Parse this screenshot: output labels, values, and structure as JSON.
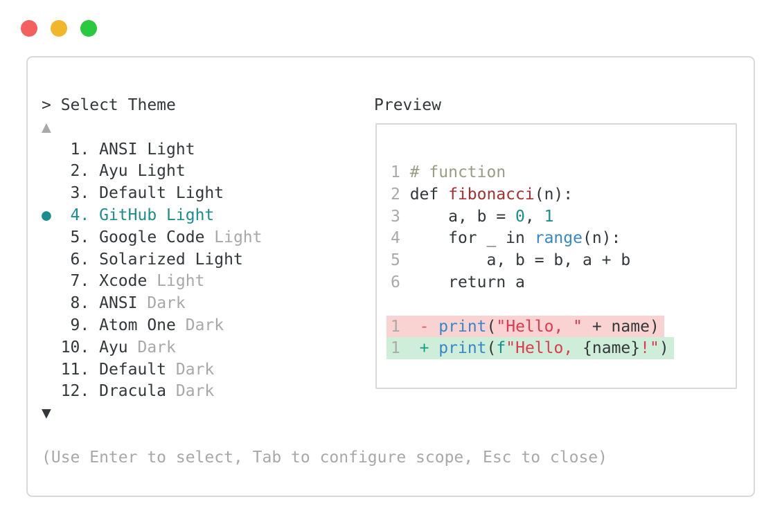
{
  "window": {
    "traffic_lights": [
      {
        "name": "close",
        "color": "#f4605d"
      },
      {
        "name": "minimize",
        "color": "#f2b62d"
      },
      {
        "name": "zoom",
        "color": "#2bc93f"
      }
    ]
  },
  "prompt": "> Select Theme",
  "scroll_up_indicator": "▲",
  "scroll_down_indicator": "▼",
  "theme_list": {
    "selected_marker": "●",
    "items": [
      {
        "num": "1",
        "name": "ANSI",
        "variant": "Light",
        "variant_dim": false,
        "selected": false
      },
      {
        "num": "2",
        "name": "Ayu",
        "variant": "Light",
        "variant_dim": false,
        "selected": false
      },
      {
        "num": "3",
        "name": "Default",
        "variant": "Light",
        "variant_dim": false,
        "selected": false
      },
      {
        "num": "4",
        "name": "GitHub",
        "variant": "Light",
        "variant_dim": false,
        "selected": true
      },
      {
        "num": "5",
        "name": "Google Code",
        "variant": "Light",
        "variant_dim": true,
        "selected": false
      },
      {
        "num": "6",
        "name": "Solarized",
        "variant": "Light",
        "variant_dim": false,
        "selected": false
      },
      {
        "num": "7",
        "name": "Xcode",
        "variant": "Light",
        "variant_dim": true,
        "selected": false
      },
      {
        "num": "8",
        "name": "ANSI",
        "variant": "Dark",
        "variant_dim": true,
        "selected": false
      },
      {
        "num": "9",
        "name": "Atom One",
        "variant": "Dark",
        "variant_dim": true,
        "selected": false
      },
      {
        "num": "10",
        "name": "Ayu",
        "variant": "Dark",
        "variant_dim": true,
        "selected": false
      },
      {
        "num": "11",
        "name": "Default",
        "variant": "Dark",
        "variant_dim": true,
        "selected": false
      },
      {
        "num": "12",
        "name": "Dracula",
        "variant": "Dark",
        "variant_dim": true,
        "selected": false
      }
    ]
  },
  "preview": {
    "title": "Preview",
    "code_lines": [
      {
        "num": "1",
        "bg": null,
        "tokens": [
          {
            "t": "# function",
            "c": "comment"
          }
        ]
      },
      {
        "num": "2",
        "bg": null,
        "tokens": [
          {
            "t": "def ",
            "c": "fg"
          },
          {
            "t": "fibonacci",
            "c": "func"
          },
          {
            "t": "(n):",
            "c": "fg"
          }
        ]
      },
      {
        "num": "3",
        "bg": null,
        "tokens": [
          {
            "t": "    a, b = ",
            "c": "fg"
          },
          {
            "t": "0",
            "c": "num"
          },
          {
            "t": ", ",
            "c": "fg"
          },
          {
            "t": "1",
            "c": "num"
          }
        ]
      },
      {
        "num": "4",
        "bg": null,
        "tokens": [
          {
            "t": "    for _ in ",
            "c": "fg"
          },
          {
            "t": "range",
            "c": "blue"
          },
          {
            "t": "(n):",
            "c": "fg"
          }
        ]
      },
      {
        "num": "5",
        "bg": null,
        "tokens": [
          {
            "t": "        a, b = b, a + b",
            "c": "fg"
          }
        ]
      },
      {
        "num": "6",
        "bg": null,
        "tokens": [
          {
            "t": "    return a",
            "c": "fg"
          }
        ]
      },
      {
        "num": null,
        "bg": null,
        "tokens": []
      },
      {
        "num": "1",
        "bg": "removed",
        "tokens": [
          {
            "t": " ",
            "c": "fg"
          },
          {
            "t": "-",
            "c": "removed"
          },
          {
            "t": " ",
            "c": "fg"
          },
          {
            "t": "print",
            "c": "blue"
          },
          {
            "t": "(",
            "c": "fg"
          },
          {
            "t": "\"Hello, \"",
            "c": "string"
          },
          {
            "t": " + name",
            "c": "fg"
          },
          {
            "t": ")",
            "c": "fg"
          }
        ]
      },
      {
        "num": "1",
        "bg": "added",
        "tokens": [
          {
            "t": " ",
            "c": "fg"
          },
          {
            "t": "+",
            "c": "added"
          },
          {
            "t": " ",
            "c": "fg"
          },
          {
            "t": "print",
            "c": "blue"
          },
          {
            "t": "(",
            "c": "fg"
          },
          {
            "t": "f",
            "c": "num"
          },
          {
            "t": "\"Hello, ",
            "c": "string"
          },
          {
            "t": "{name}",
            "c": "fg"
          },
          {
            "t": "!\"",
            "c": "string"
          },
          {
            "t": ")",
            "c": "fg"
          }
        ]
      }
    ]
  },
  "help_text": "(Use Enter to select, Tab to configure scope, Esc to close)",
  "colors": {
    "fg": "#33373a",
    "dim": "#a8a8a8",
    "accent": "#1a8e8c",
    "linenum": "#a9a9a9",
    "comment": "#9a9d85",
    "func": "#a5302f",
    "number": "#178f8f",
    "blue": "#3687c8",
    "string": "#e0394f",
    "removed": "#e25863",
    "added": "#16a085",
    "removed_bg": "#f9d3d1",
    "added_bg": "#cfeeda"
  }
}
